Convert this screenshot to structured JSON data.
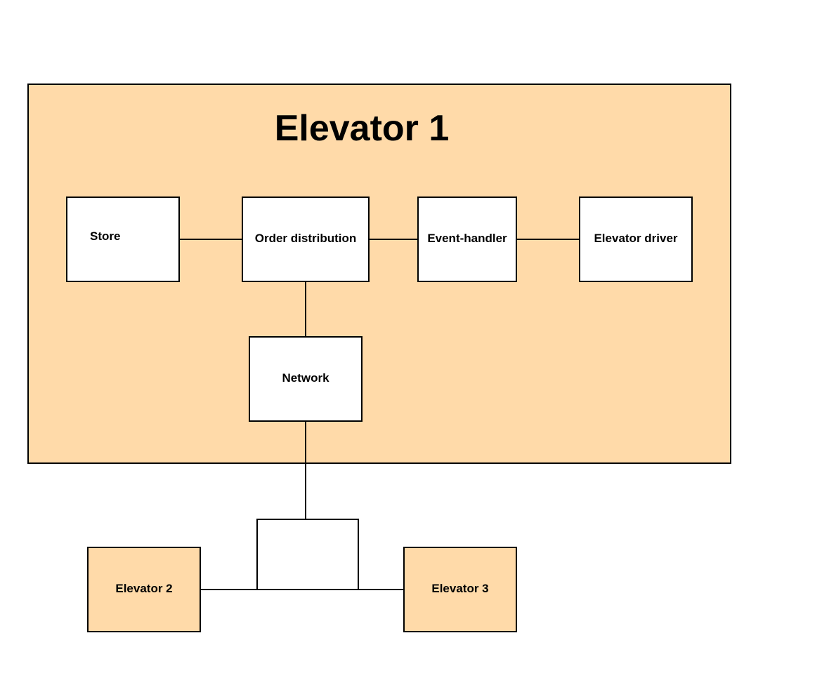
{
  "diagram": {
    "title": "Elevator 1",
    "nodes": {
      "store": "Store",
      "order_distribution": "Order distribution",
      "event_handler": "Event-handler",
      "elevator_driver": "Elevator driver",
      "network": "Network",
      "elevator_2": "Elevator 2",
      "elevator_3": "Elevator 3",
      "hub": ""
    },
    "colors": {
      "container_fill": "#ffdaa9",
      "node_fill": "#ffffff",
      "external_fill": "#ffdaa9",
      "stroke": "#000000"
    }
  }
}
